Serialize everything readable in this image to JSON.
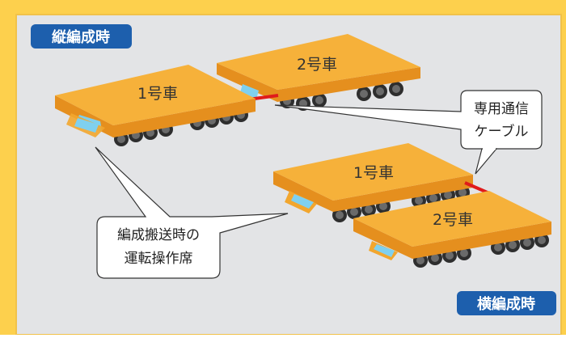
{
  "badges": {
    "vertical": "縦編成時",
    "horizontal": "横編成時"
  },
  "cars": {
    "vertical_front": "2号車",
    "vertical_rear": "1号車",
    "horizontal_rear": "1号車",
    "horizontal_front": "2号車"
  },
  "callouts": {
    "cable_line1": "専用通信",
    "cable_line2": "ケーブル",
    "seat_line1": "編成搬送時の",
    "seat_line2": "運転操作席"
  },
  "colors": {
    "frame": "#fdd04d",
    "panel": "#e3e4e6",
    "badge": "#1d5fad",
    "deck_top": "#f6b13a",
    "deck_side": "#e58f1e",
    "cable": "#e01b1b",
    "window": "#7fd0ef",
    "wheel": "#3d3d3d"
  }
}
